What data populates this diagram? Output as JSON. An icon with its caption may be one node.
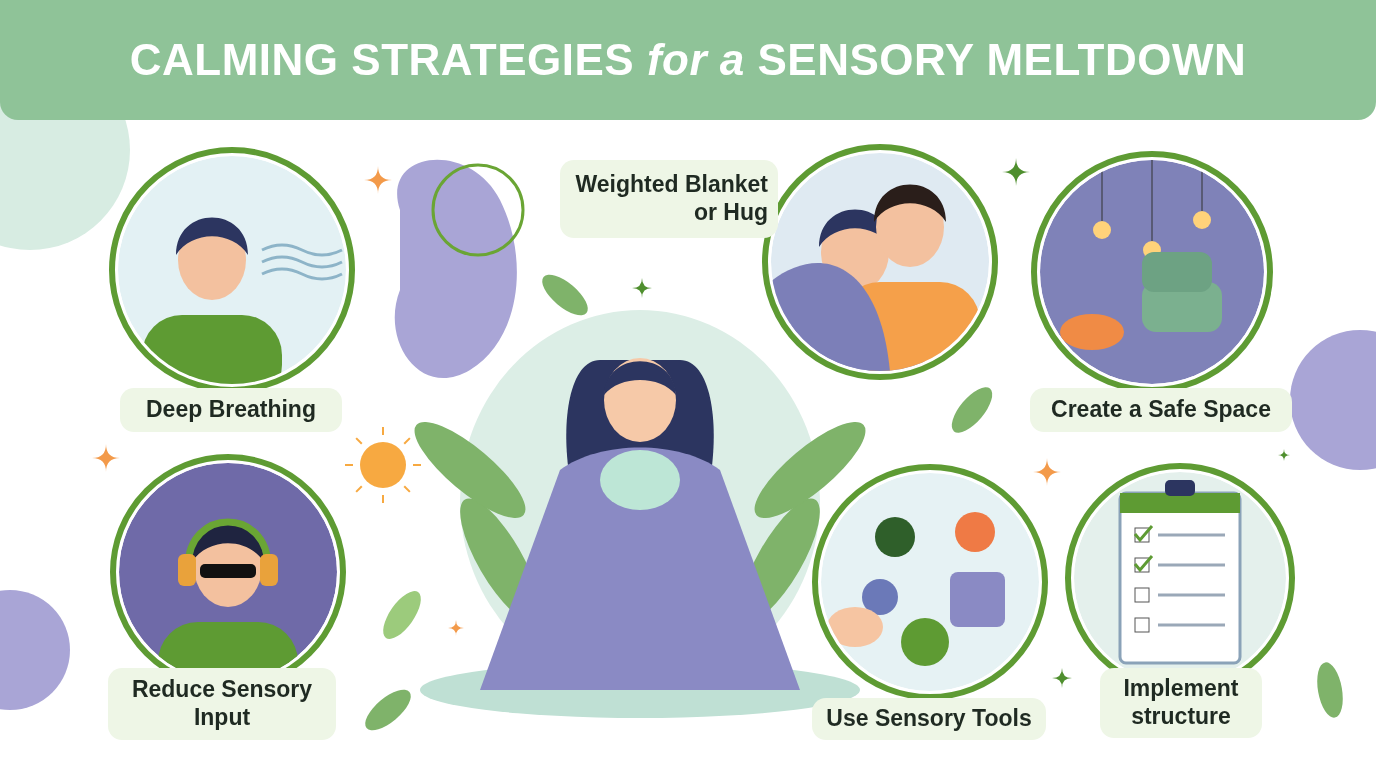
{
  "diagram": {
    "title": "CALMING STRATEGIES *for a* SENSORY MELTDOWN",
    "nodes": [
      {
        "text": [
          "Deep Breathing"
        ]
      },
      {
        "text": [
          "Weighted Blanket or Hug"
        ]
      },
      {
        "text": [
          "Create a Safe Space"
        ]
      },
      {
        "text": [
          "Reduce Sensory Input"
        ]
      },
      {
        "text": [
          "Use Sensory Tools"
        ]
      },
      {
        "text": [
          "Implement structure"
        ]
      }
    ]
  }
}
